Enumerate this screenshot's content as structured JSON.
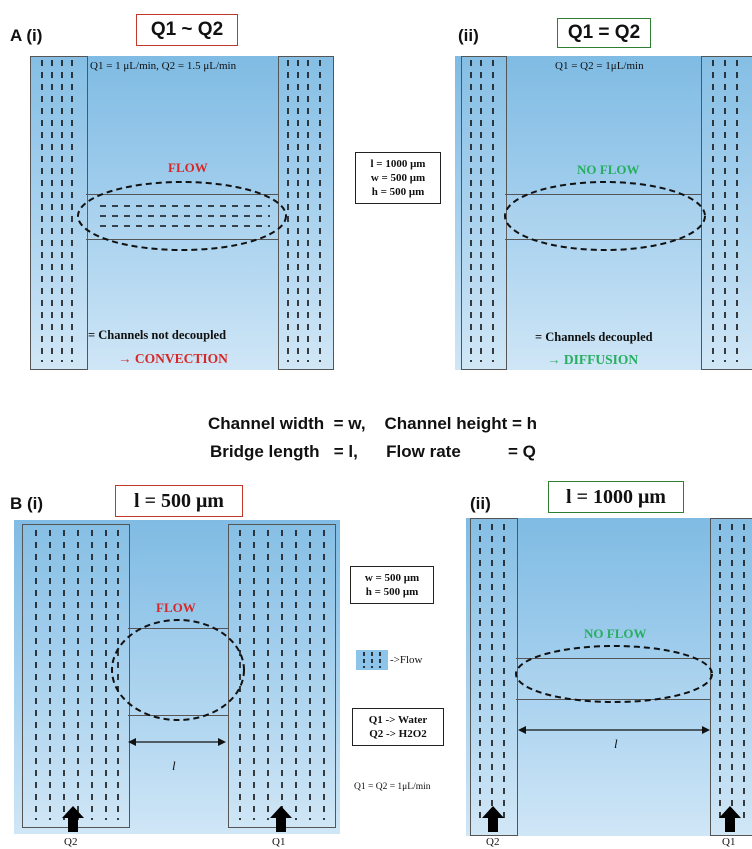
{
  "colors": {
    "red": "#d62828",
    "green": "#27ae60"
  },
  "section_a": {
    "label": "A (i)",
    "ii_label": "(ii)",
    "title_i": "Q1 ~ Q2",
    "title_ii": "Q1 = Q2",
    "flow_i": "Q1 = 1 μL/min, Q2 = 1.5 μL/min",
    "flow_ii": "Q1 = Q2 = 1μL/min",
    "flow_label_i": "FLOW",
    "flow_label_ii": "NO FLOW",
    "note_i": "= Channels not decoupled",
    "result_i": "→ CONVECTION",
    "note_ii": "= Channels decoupled",
    "result_ii": "→ DIFFUSION",
    "dims": [
      "l = 1000 μm",
      "w = 500 μm",
      "h = 500 μm"
    ]
  },
  "definitions": {
    "line1": "Channel width  = w,    Channel height = h",
    "line2": "Bridge length   = l,      Flow rate          = Q"
  },
  "section_b": {
    "label": "B (i)",
    "ii_label": "(ii)",
    "title_i": "l = 500 μm",
    "title_ii": "l = 1000 μm",
    "flow_label_i": "FLOW",
    "flow_label_ii": "NO FLOW",
    "bridge_label": "l",
    "dims": [
      "w = 500 μm",
      "h = 500 μm"
    ],
    "legend_flow": "->Flow",
    "fluids": [
      "Q1 -> Water",
      "Q2 -> H2O2"
    ],
    "flow_rate": "Q1 = Q2 = 1μL/min",
    "inlet_left": "Q2",
    "inlet_right": "Q1"
  }
}
